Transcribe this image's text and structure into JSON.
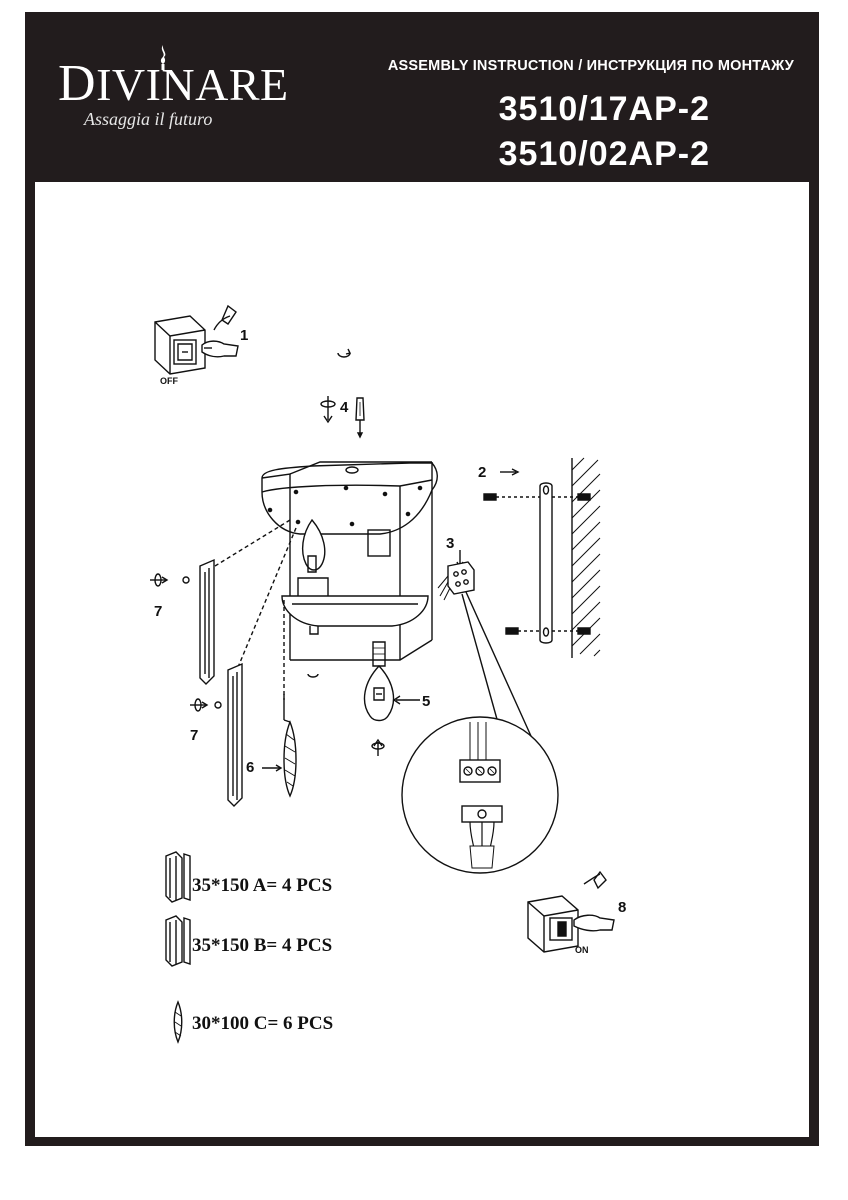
{
  "header": {
    "brand": "DIVINARE",
    "brand_first": "D",
    "brand_rest": "IVINARE",
    "tagline": "Assaggia il futuro",
    "title": "ASSEMBLY INSTRUCTION / ИНСТРУКЦИЯ ПО МОНТАЖУ",
    "models": [
      "3510/17AP-2",
      "3510/02AP-2"
    ]
  },
  "diagram": {
    "switch_off_label": "OFF",
    "switch_on_label": "ON",
    "steps": {
      "s1": "1",
      "s2": "2",
      "s3": "3",
      "s4": "4",
      "s5": "5",
      "s6": "6",
      "s7a": "7",
      "s7b": "7",
      "s8": "8"
    }
  },
  "parts": [
    {
      "text": "35*150 A= 4 PCS"
    },
    {
      "text": "35*150 B= 4 PCS"
    },
    {
      "text": "30*100 C= 6 PCS"
    }
  ],
  "colors": {
    "frame": "#221c1d",
    "header_text": "#ffffff",
    "line": "#111111"
  }
}
